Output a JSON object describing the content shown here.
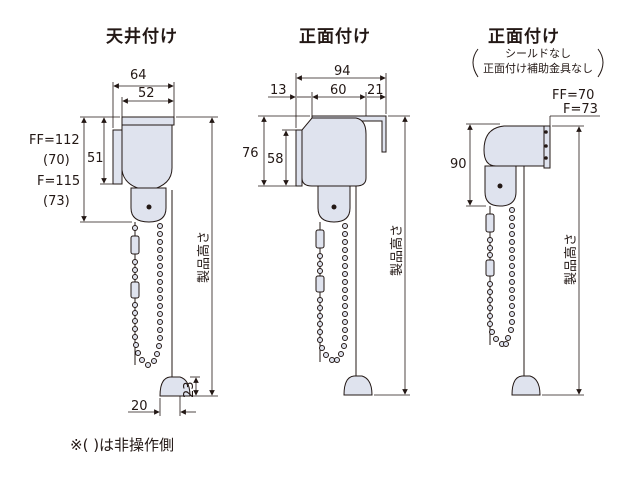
{
  "headings": {
    "ceiling": "天井付け",
    "front": "正面付け",
    "front_no_shield": "正面付け"
  },
  "no_shield_note": {
    "line1": "シールドなし",
    "line2": "正面付け補助金具なし"
  },
  "footnote": "※( )は非操作側",
  "ceiling_dims": {
    "width_outer": "64",
    "width_inner": "52",
    "ff_label": "FF=112",
    "ff_alt": "(70)",
    "f_label": "F=115",
    "f_alt": "(73)",
    "inner_height": "51",
    "bottom_height": "23",
    "pull_offset": "20",
    "product_height": "製品高さ"
  },
  "front_dims": {
    "total_width": "94",
    "left_offset": "13",
    "mid_width": "60",
    "right_offset": "21",
    "outer_height": "76",
    "inner_height": "58",
    "product_height": "製品高さ"
  },
  "front_no_shield_dims": {
    "ff_label": "FF=70",
    "f_label": "F=73",
    "height": "90",
    "product_height": "製品高さ"
  },
  "colors": {
    "body_fill": "#dfe3ee",
    "body_stroke": "#231815",
    "line": "#231815"
  }
}
